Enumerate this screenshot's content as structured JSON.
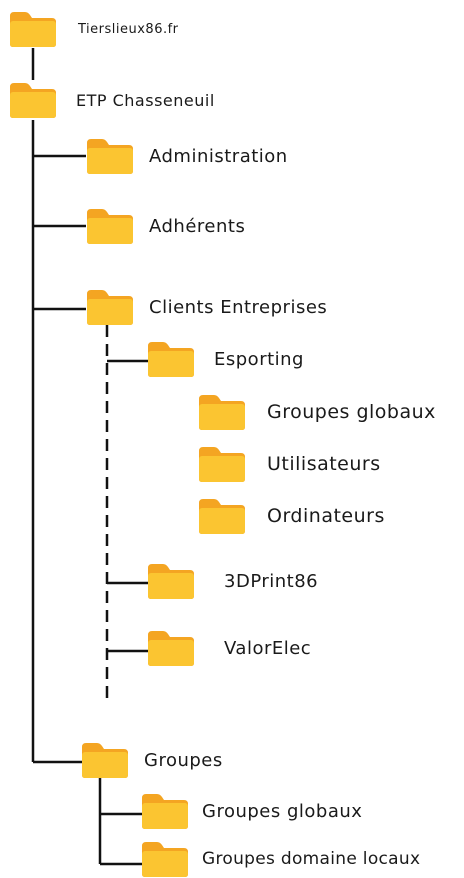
{
  "tree": {
    "root": {
      "label": "Tierslieux86.fr"
    },
    "etp": {
      "label": "ETP Chasseneuil"
    },
    "administration": {
      "label": "Administration"
    },
    "adherents": {
      "label": "Adhérents"
    },
    "clients": {
      "label": "Clients Entreprises"
    },
    "esporting": {
      "label": "Esporting"
    },
    "esporting_groupes_globaux": {
      "label": "Groupes globaux"
    },
    "utilisateurs": {
      "label": "Utilisateurs"
    },
    "ordinateurs": {
      "label": "Ordinateurs"
    },
    "print3d": {
      "label": "3DPrint86"
    },
    "valorelec": {
      "label": "ValorElec"
    },
    "groupes": {
      "label": "Groupes"
    },
    "groupes_globaux": {
      "label": "Groupes globaux"
    },
    "groupes_domaine_locaux": {
      "label": "Groupes domaine locaux"
    }
  },
  "colors": {
    "folder_body": "#FBC531",
    "folder_tab": "#F4A522",
    "connector": "#111111"
  },
  "icons": {
    "folder": "folder-icon"
  }
}
